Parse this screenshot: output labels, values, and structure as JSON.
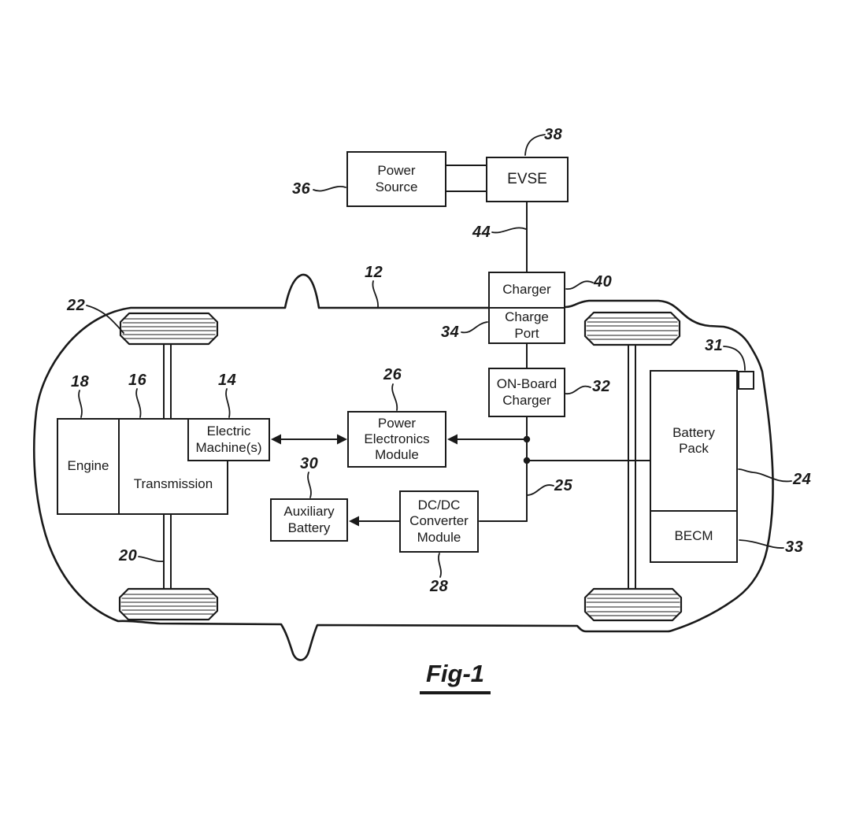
{
  "colors": {
    "ink": "#1a1a1a",
    "background": "#ffffff"
  },
  "figure": {
    "label": "Fig-1"
  },
  "refs": {
    "12": "12",
    "14": "14",
    "16": "16",
    "18": "18",
    "20": "20",
    "22": "22",
    "24": "24",
    "25": "25",
    "26": "26",
    "28": "28",
    "30": "30",
    "31": "31",
    "32": "32",
    "33": "33",
    "34": "34",
    "36": "36",
    "38": "38",
    "40": "40",
    "44": "44"
  },
  "blocks": {
    "power_source": {
      "lines": [
        "Power",
        "Source"
      ]
    },
    "evse": {
      "lines": [
        "EVSE"
      ]
    },
    "charger": {
      "lines": [
        "Charger"
      ]
    },
    "charge_port": {
      "lines": [
        "Charge",
        "Port"
      ]
    },
    "onboard_charger": {
      "lines": [
        "ON-Board",
        "Charger"
      ]
    },
    "power_electronics_module": {
      "lines": [
        "Power",
        "Electronics",
        "Module"
      ]
    },
    "electric_machines": {
      "lines": [
        "Electric",
        "Machine(s)"
      ]
    },
    "engine": {
      "lines": [
        "Engine"
      ]
    },
    "transmission": {
      "lines": [
        "Transmission"
      ]
    },
    "auxiliary_battery": {
      "lines": [
        "Auxiliary",
        "Battery"
      ]
    },
    "dcdc_converter_module": {
      "lines": [
        "DC/DC",
        "Converter",
        "Module"
      ]
    },
    "battery_pack": {
      "lines": [
        "Battery",
        "Pack"
      ]
    },
    "becm": {
      "lines": [
        "BECM"
      ]
    }
  }
}
